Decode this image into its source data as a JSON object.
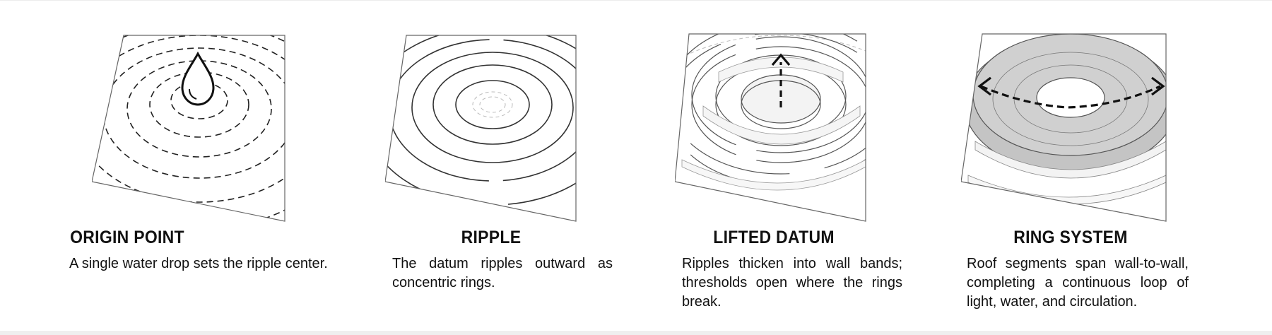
{
  "panels": [
    {
      "title": "ORIGIN POINT",
      "description": "A single water drop sets the ripple center."
    },
    {
      "title": "RIPPLE",
      "description": "The datum ripples outward as concentric rings."
    },
    {
      "title": "LIFTED DATUM",
      "description": "Ripples thicken into wall bands; thresholds open where the rings break."
    },
    {
      "title": "RING SYSTEM",
      "description": "Roof segments span wall-to-wall, completing a continuous loop of light, water, and circulation."
    }
  ],
  "colors": {
    "ink": "#111111",
    "line": "#555555",
    "fill": "#bdbdbd"
  }
}
